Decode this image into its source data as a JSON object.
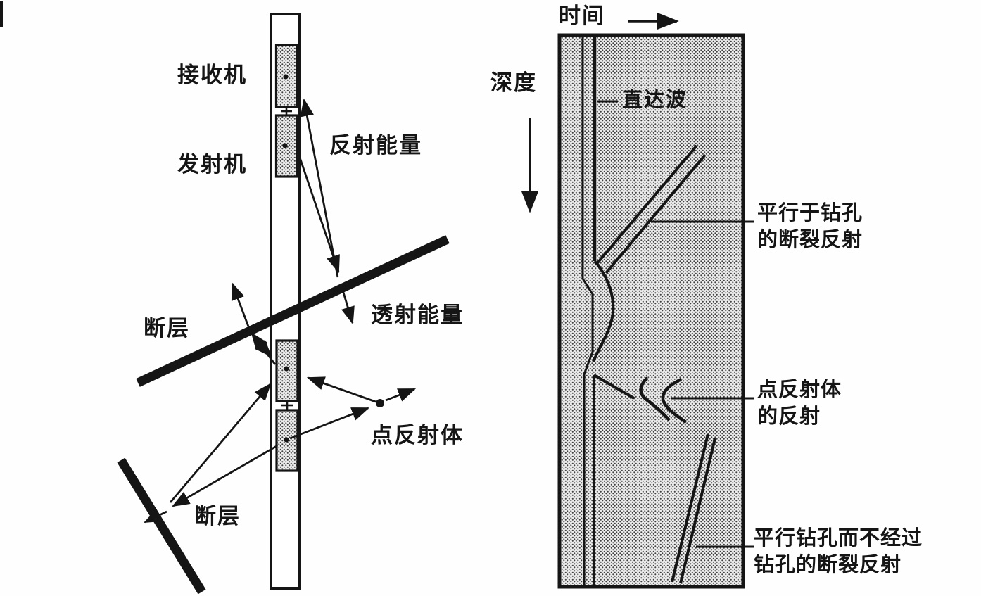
{
  "figure": {
    "type": "borehole-radar-principle-diagram",
    "language": "zh"
  },
  "left_diagram": {
    "labels": {
      "receiver": "接收机",
      "transmitter": "发射机",
      "reflected_energy": "反射能量",
      "fault_upper": "断层",
      "transmitted_energy": "透射能量",
      "point_reflector": "点反射体",
      "fault_lower": "断层"
    }
  },
  "right_diagram": {
    "labels": {
      "time": "时间",
      "depth": "深度",
      "direct_wave": "直达波",
      "fracture_parallel_line1": "平行于钻孔",
      "fracture_parallel_line2": "的断裂反射",
      "point_reflection_line1": "点反射体",
      "point_reflection_line2": "的反射",
      "fracture_not_crossing_line1": "平行钻孔而不经过",
      "fracture_not_crossing_line2": "钻孔的断裂反射"
    }
  },
  "colors": {
    "ink": "#151515",
    "paper": "#fefefe",
    "halftone_dot": "#404040",
    "halftone_bg": "#ededed"
  }
}
